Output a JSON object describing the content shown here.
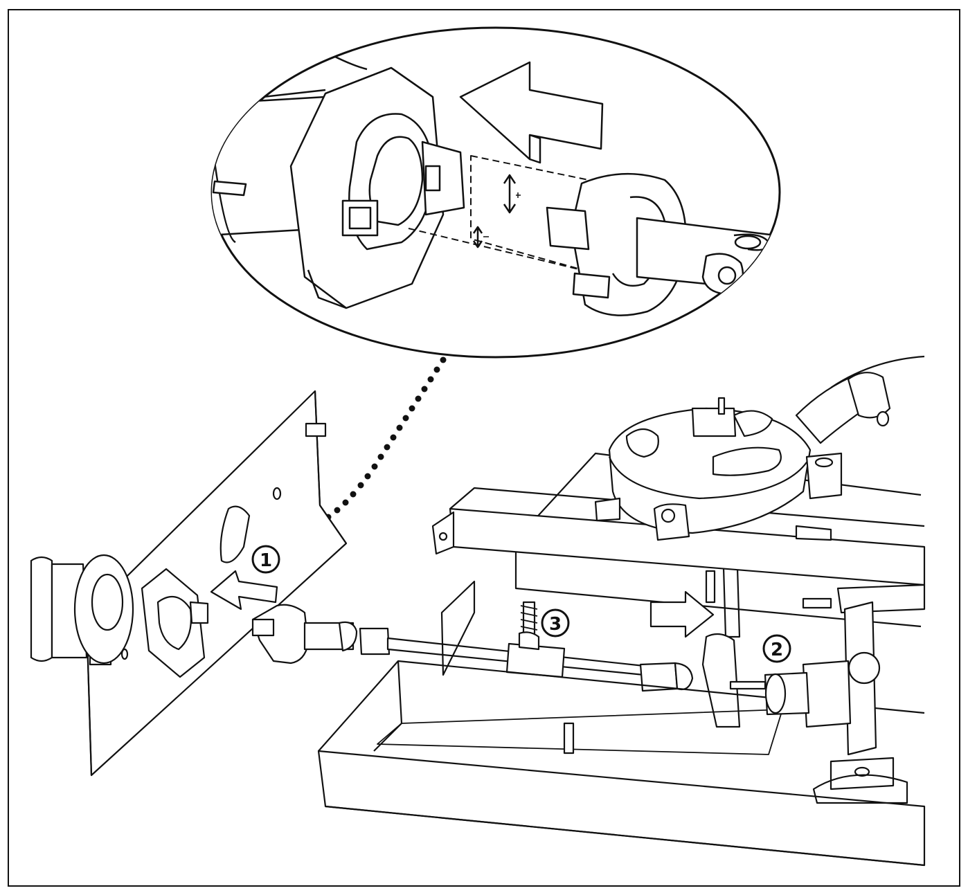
{
  "diagram": {
    "callouts": [
      {
        "id": "callout-1",
        "label": "1"
      },
      {
        "id": "callout-2",
        "label": "2"
      },
      {
        "id": "callout-3",
        "label": "3"
      }
    ],
    "colors": {
      "line": "#111111",
      "paper": "#ffffff",
      "shade": "#cfcfcf"
    }
  }
}
